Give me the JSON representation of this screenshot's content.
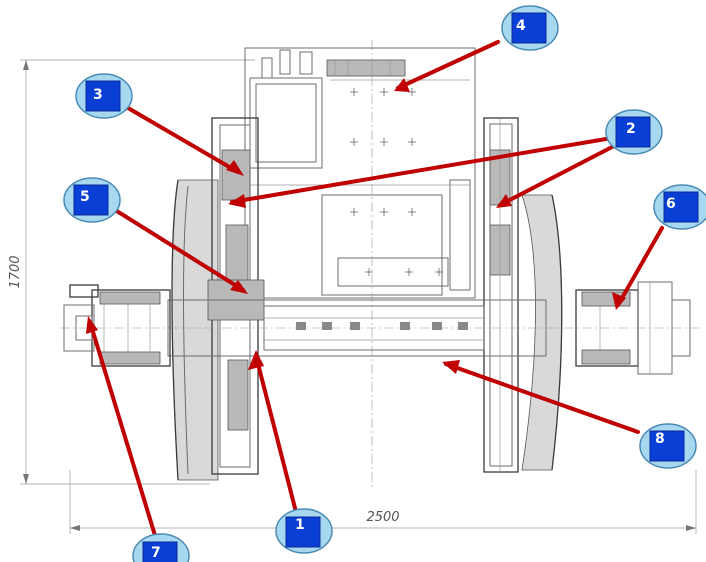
{
  "dimensions": {
    "height": "1700",
    "width": "2500"
  },
  "callouts": [
    {
      "label": "1"
    },
    {
      "label": "2"
    },
    {
      "label": "3"
    },
    {
      "label": "4"
    },
    {
      "label": "5"
    },
    {
      "label": "6"
    },
    {
      "label": "7"
    },
    {
      "label": "8"
    }
  ],
  "colors": {
    "arrow": "#c00000",
    "callout_fill": "#0a3fd6",
    "callout_ring": "#a8d8f0"
  }
}
